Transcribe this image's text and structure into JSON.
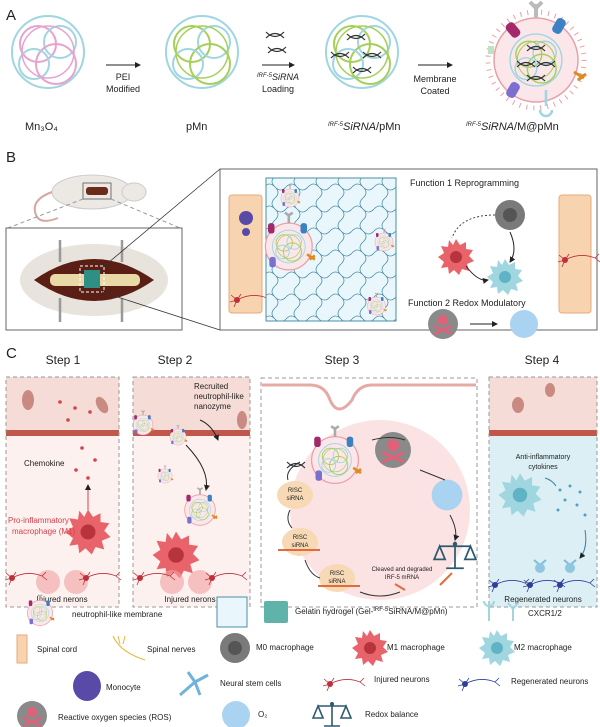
{
  "panel_a": {
    "label": "A",
    "arrow1": [
      "PEI",
      "Modified"
    ],
    "arrow2": {
      "sup": "IRF-5",
      "main": "SiRNA",
      "line2": "Loading"
    },
    "arrow3": [
      "Membrane",
      "Coated"
    ],
    "names": {
      "mn3o4": "Mn₃O₄",
      "pmn": "pMn",
      "sirna_pmn": {
        "sup": "IRF-5",
        "main": "SiRNA",
        "suffix": "/pMn"
      },
      "final": {
        "sup": "IRF-5",
        "main": "SiRNA",
        "suffix": "/M@pMn"
      }
    }
  },
  "panel_b": {
    "label": "B",
    "function1": "Function 1  Reprogramming",
    "function2": "Function 2  Redox Modulatory"
  },
  "panel_c": {
    "label": "C",
    "steps": [
      "Step 1",
      "Step 2",
      "Step 3",
      "Step 4"
    ],
    "step1": {
      "chemokine": "Chemokine",
      "m1": [
        "Pro-inflammatory",
        "macrophage (M1)"
      ],
      "injured": "Injured nerons"
    },
    "step2": {
      "recruited": [
        "Recruited",
        "neutrophil-like",
        "nanozyme"
      ],
      "injured": "Injured nerons"
    },
    "step3": {
      "risc": "RISC",
      "sirna": "siRNA",
      "cleaved": [
        "Cleaved and degraded",
        "IRF-5 mRNA"
      ]
    },
    "step4": {
      "cytokines": [
        "Anti-inflammatory",
        "cytokines"
      ],
      "regenerated": "Regenerated neurons"
    }
  },
  "legend": {
    "membrane": "neutrophil-like membrane",
    "hydrogel": {
      "prefix": "Gelatin hydrogel (Gel-",
      "sup": "IRF-5",
      "suffix": "SiRNA/M@pMn)"
    },
    "cxcr": "CXCR1/2",
    "spinal_cord": "Spinal cord",
    "spinal_nerves": "Spinal nerves",
    "m0": "M0 macrophage",
    "m1": "M1 macrophage",
    "m2": "M2 macrophage",
    "monocyte": "Monocyte",
    "nsc": "Neural stem cells",
    "injured": "Injured neurons",
    "regenerated": "Regenerated neurons",
    "ros": "Reactive oxygen species (ROS)",
    "o2": "O₂",
    "redox": "Redox balance"
  },
  "colors": {
    "m1": "#e8646a",
    "m2": "#9fd6e0",
    "m0": "#707070",
    "hydrogel": "#5fb3a8",
    "tissue": "#f6dcd6",
    "vessel": "#c0574a",
    "step4": "#dbeff4"
  }
}
